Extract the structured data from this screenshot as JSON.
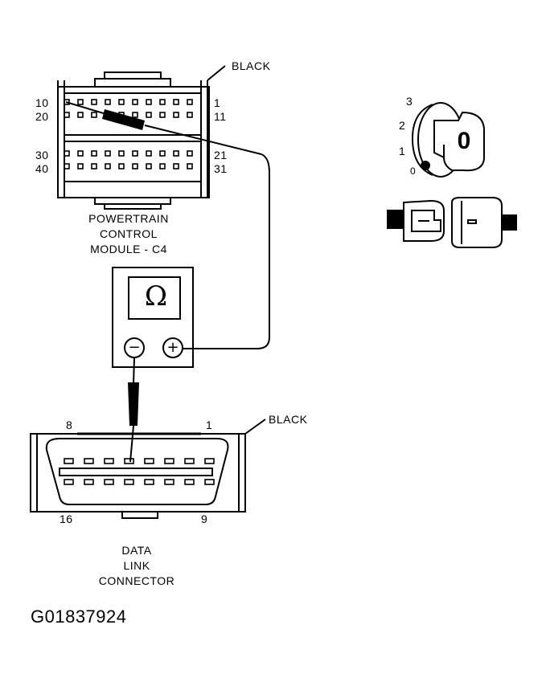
{
  "pcm": {
    "color_label": "BLACK",
    "pin_labels": {
      "p10": "10",
      "p20": "20",
      "p1": "1",
      "p11": "11",
      "p30": "30",
      "p40": "40",
      "p21": "21",
      "p31": "31"
    },
    "title_lines": [
      "POWERTRAIN",
      "CONTROL",
      "MODULE - C4"
    ]
  },
  "ohmmeter": {
    "symbol": "Ω",
    "negative": "−",
    "positive": "+"
  },
  "ignition": {
    "positions": [
      "3",
      "2",
      "1",
      "0"
    ],
    "key_label": "0"
  },
  "dlc": {
    "color_label": "BLACK",
    "pin_labels": {
      "p8": "8",
      "p1": "1",
      "p16": "16",
      "p9": "9"
    },
    "title_lines": [
      "DATA",
      "LINK",
      "CONNECTOR"
    ]
  },
  "figure_id": "G01837924"
}
